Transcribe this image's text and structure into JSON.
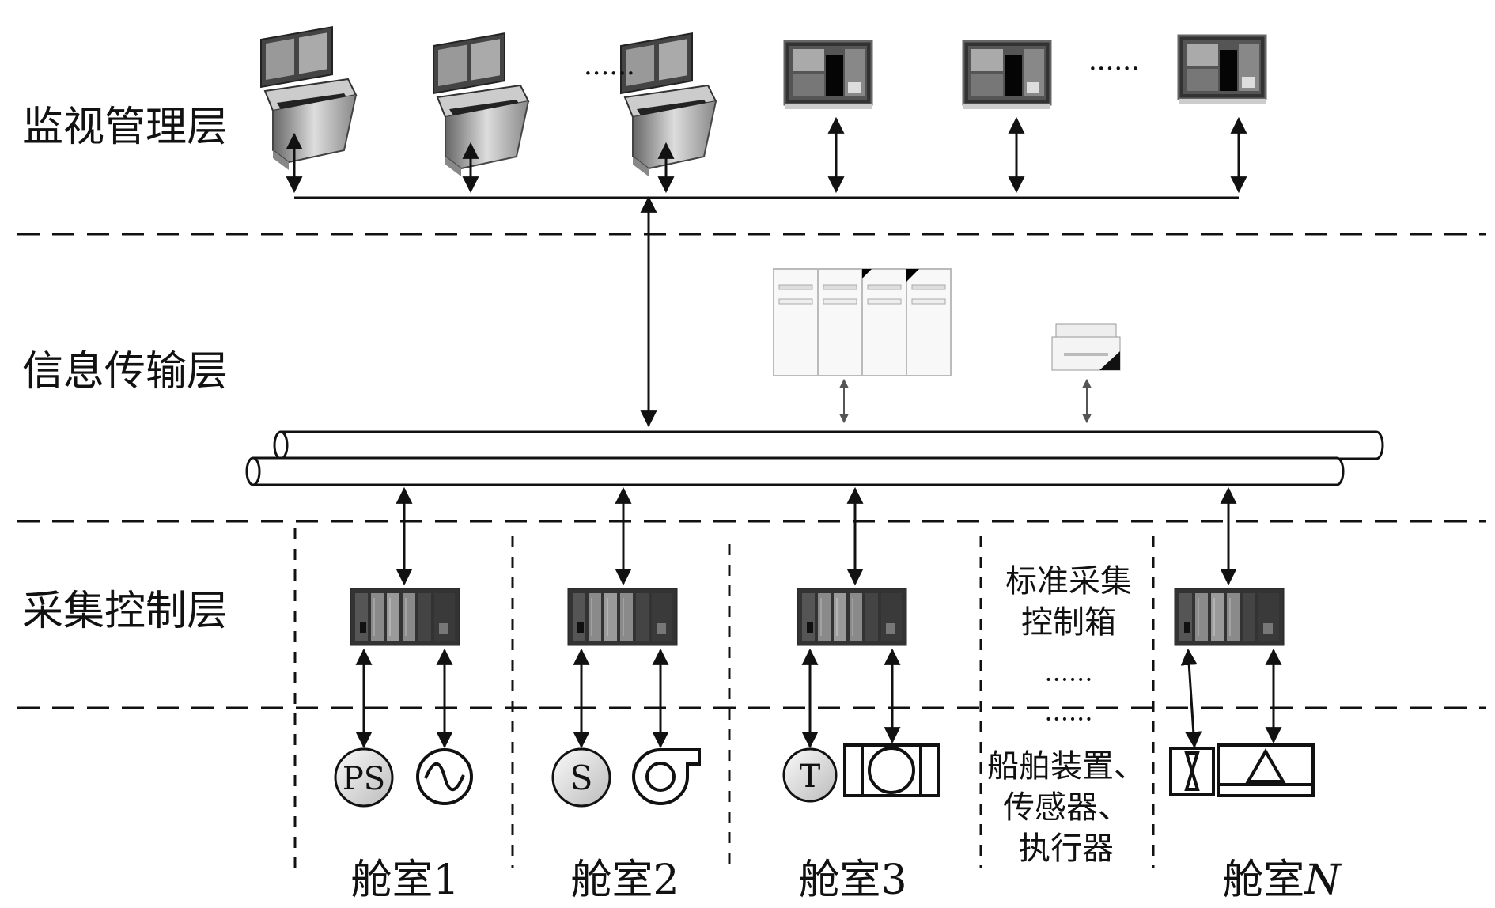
{
  "layers": {
    "monitoring": "监视管理层",
    "transmission": "信息传输层",
    "acquisition": "采集控制层"
  },
  "cabins": {
    "c1": {
      "label": "舱室1",
      "sensor": "PS"
    },
    "c2": {
      "label": "舱室2",
      "sensor": "S"
    },
    "c3": {
      "label": "舱室3",
      "sensor": "T"
    },
    "cn": {
      "label_prefix": "舱室",
      "label_suffix": "N"
    }
  },
  "legend": {
    "box_line1": "标准采集",
    "box_line2": "控制箱",
    "ellipsis1": "······",
    "ellipsis2": "······",
    "dev_line1": "船舶装置、",
    "dev_line2": "传感器、",
    "dev_line3": "执行器"
  },
  "top_ellipses": {
    "left": "······",
    "right": "······"
  }
}
